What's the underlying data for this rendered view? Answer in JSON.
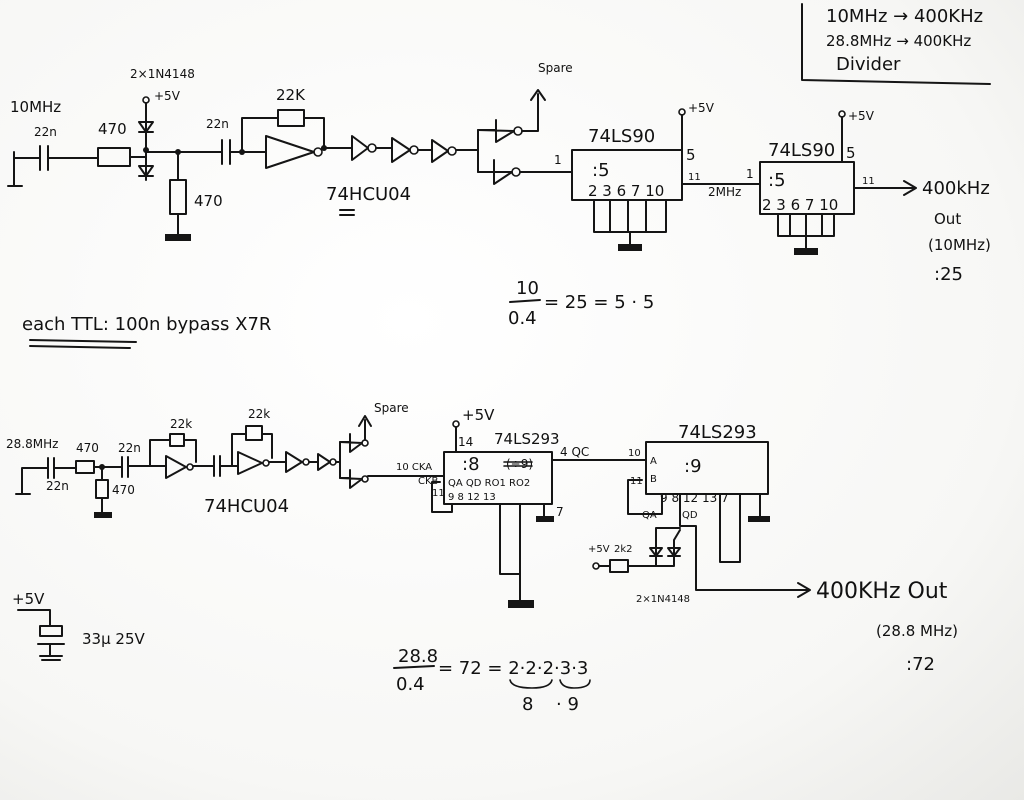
{
  "title_box": {
    "line1": "10MHz → 400KHz",
    "line2": "28.8MHz → 400KHz",
    "line3": "Divider"
  },
  "top_circuit": {
    "input_freq": "10MHz",
    "cap_in": "22n",
    "r_series": "470",
    "diodes": "2×1N4148",
    "vcc_diode": "+5V",
    "cap_couple": "22n",
    "r_feedback": "22K",
    "r_shunt": "470",
    "inverter_chip": "74HCU04",
    "spare": "Spare",
    "counter1": {
      "name": "74LS90",
      "vcc": "+5V",
      "pin_vcc": "5",
      "pin_in": "1",
      "pin_out": "11",
      "division": ":5",
      "gnd_pins": "2 3 6 7 10"
    },
    "mid_freq": "2MHz",
    "counter2": {
      "name": "74LS90",
      "vcc": "+5V",
      "pin_vcc": "5",
      "pin_in": "1",
      "pin_out": "11",
      "division": ":5",
      "gnd_pins": "2 3 6 7 10"
    },
    "output": "400kHz",
    "output_note1": "Out",
    "output_note2": "(10MHz)",
    "output_note3": ":25"
  },
  "notes": {
    "bypass": "each TTL: 100n bypass X7R",
    "eq1_num": "10",
    "eq1_den": "0.4",
    "eq1_rest": "= 25 = 5 · 5",
    "eq2_num": "28.8",
    "eq2_den": "0.4",
    "eq2_rest": "= 72 = 2·2·2·3·3",
    "eq2_group1": "8",
    "eq2_group2": "· 9"
  },
  "bottom_circuit": {
    "input_freq": "28.8MHz",
    "cap_in": "22n",
    "r_series": "470",
    "cap_couple": "22n",
    "r_shunt": "470",
    "r_fb1": "22k",
    "r_fb2": "22k",
    "inverter_chip": "74HCU04",
    "spare": "Spare",
    "vcc": "+5V",
    "counter1": {
      "name": "74LS293",
      "pin14": "14",
      "division": ":8",
      "struck": "(÷9)",
      "pin_cka": "10 CKA",
      "pin_ckb": "CKB",
      "pin11": "11",
      "bottom_labels": "QA QD  RO1 RO2",
      "bottom_pins": "9 8  12 13",
      "pin7": "7",
      "out_label": "4 QC"
    },
    "counter2": {
      "name": "74LS293",
      "pin10": "10",
      "pin_a": "A",
      "pin_b": "B",
      "division": ":9",
      "pin11": "11",
      "bottom_pins": "9  8      12 13 7",
      "qa": "QA",
      "qd": "QD"
    },
    "reset_resistor": "2k2",
    "reset_vcc": "+5V",
    "diodes": "2×1N4148",
    "output": "400KHz Out",
    "output_note1": "(28.8 MHz)",
    "output_note2": ":72"
  },
  "supply": {
    "vcc": "+5V",
    "cap": "33µ 25V"
  }
}
